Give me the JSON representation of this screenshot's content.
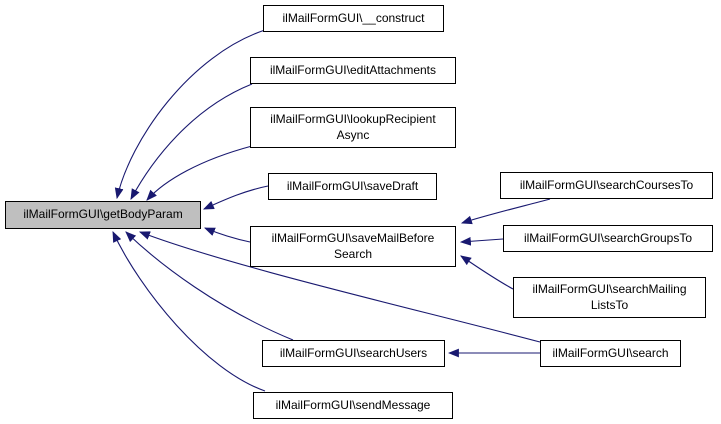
{
  "diagram": {
    "type": "call-graph",
    "description": "Caller graph: arrows point from calling functions to the called function",
    "colors": {
      "background": "#ffffff",
      "edge": "#191970",
      "node_fill": "#ffffff",
      "node_border": "#000000",
      "current_node_fill": "#bfbfbf"
    },
    "nodes": [
      {
        "id": "getBodyParam",
        "label": "ilMailFormGUI\\getBodyParam",
        "current": true
      },
      {
        "id": "construct",
        "label": "ilMailFormGUI\\__construct",
        "current": false
      },
      {
        "id": "editAttachments",
        "label": "ilMailFormGUI\\editAttachments",
        "current": false
      },
      {
        "id": "lookupRecipientAsync",
        "label": "ilMailFormGUI\\lookupRecipient\nAsync",
        "current": false
      },
      {
        "id": "saveDraft",
        "label": "ilMailFormGUI\\saveDraft",
        "current": false
      },
      {
        "id": "saveMailBeforeSearch",
        "label": "ilMailFormGUI\\saveMailBefore\nSearch",
        "current": false
      },
      {
        "id": "searchCoursesTo",
        "label": "ilMailFormGUI\\searchCoursesTo",
        "current": false
      },
      {
        "id": "searchGroupsTo",
        "label": "ilMailFormGUI\\searchGroupsTo",
        "current": false
      },
      {
        "id": "searchMailingListsTo",
        "label": "ilMailFormGUI\\searchMailing\nListsTo",
        "current": false
      },
      {
        "id": "searchUsers",
        "label": "ilMailFormGUI\\searchUsers",
        "current": false
      },
      {
        "id": "search",
        "label": "ilMailFormGUI\\search",
        "current": false
      },
      {
        "id": "sendMessage",
        "label": "ilMailFormGUI\\sendMessage",
        "current": false
      }
    ],
    "edges": [
      {
        "from": "construct",
        "to": "getBodyParam"
      },
      {
        "from": "editAttachments",
        "to": "getBodyParam"
      },
      {
        "from": "lookupRecipientAsync",
        "to": "getBodyParam"
      },
      {
        "from": "saveDraft",
        "to": "getBodyParam"
      },
      {
        "from": "saveMailBeforeSearch",
        "to": "getBodyParam"
      },
      {
        "from": "searchUsers",
        "to": "getBodyParam"
      },
      {
        "from": "search",
        "to": "getBodyParam"
      },
      {
        "from": "sendMessage",
        "to": "getBodyParam"
      },
      {
        "from": "searchCoursesTo",
        "to": "saveMailBeforeSearch"
      },
      {
        "from": "searchGroupsTo",
        "to": "saveMailBeforeSearch"
      },
      {
        "from": "searchMailingListsTo",
        "to": "saveMailBeforeSearch"
      },
      {
        "from": "search",
        "to": "searchUsers"
      }
    ]
  }
}
